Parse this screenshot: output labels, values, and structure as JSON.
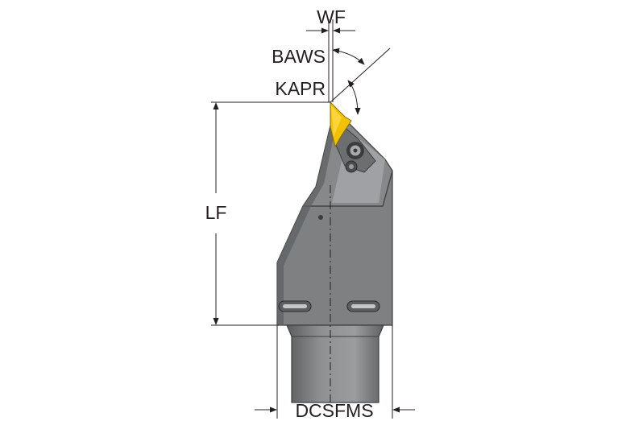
{
  "labels": {
    "wf": "WF",
    "baws": "BAWS",
    "kapr": "KAPR",
    "lf": "LF",
    "dcsfms": "DCSFMS"
  },
  "colors": {
    "body": "#7d7f81",
    "body_light": "#a4a6a8",
    "body_dark": "#56585a",
    "insert": "#f2c200",
    "line": "#231f20"
  }
}
